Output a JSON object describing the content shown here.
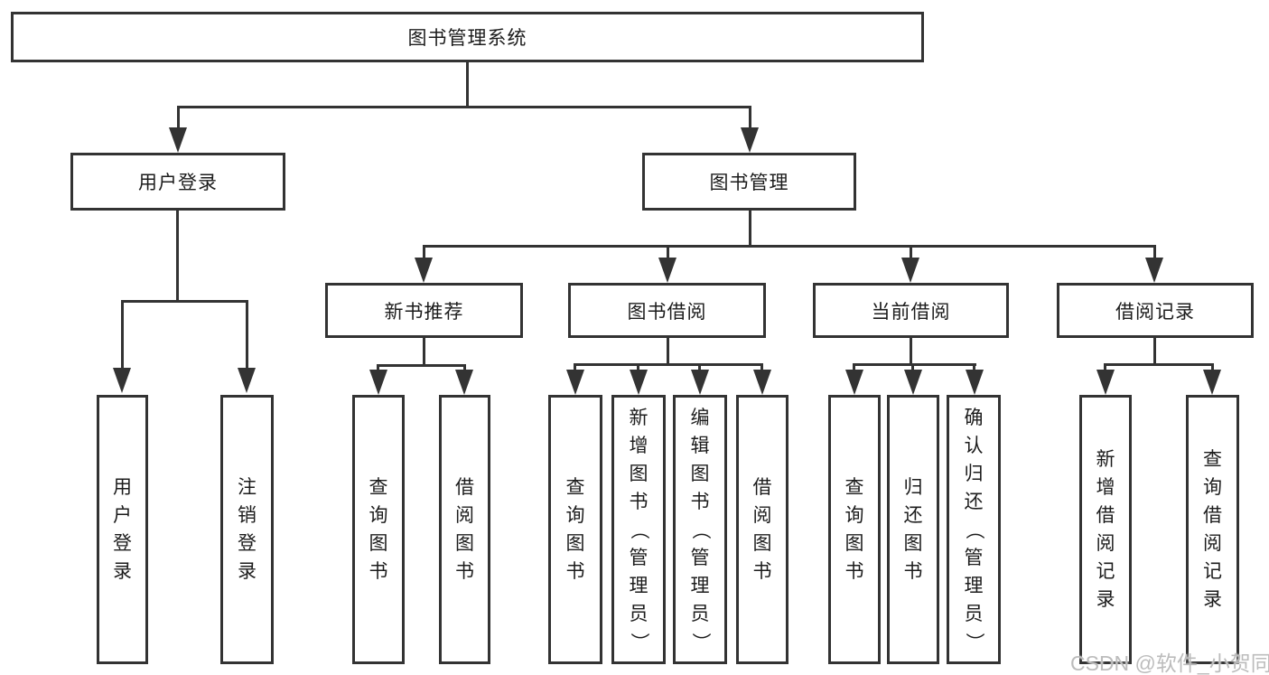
{
  "diagram": {
    "type": "hierarchy-tree",
    "hierarchy": {
      "label": "图书管理系统",
      "children": [
        {
          "label": "用户登录",
          "children": [
            {
              "label": "用户登录"
            },
            {
              "label": "注销登录"
            }
          ]
        },
        {
          "label": "图书管理",
          "children": [
            {
              "label": "新书推荐",
              "children": [
                {
                  "label": "查询图书"
                },
                {
                  "label": "借阅图书"
                }
              ]
            },
            {
              "label": "图书借阅",
              "children": [
                {
                  "label": "查询图书"
                },
                {
                  "label": "新增图书（管理员）"
                },
                {
                  "label": "编辑图书（管理员）"
                },
                {
                  "label": "借阅图书"
                }
              ]
            },
            {
              "label": "当前借阅",
              "children": [
                {
                  "label": "查询图书"
                },
                {
                  "label": "归还图书"
                },
                {
                  "label": "确认归还（管理员）"
                }
              ]
            },
            {
              "label": "借阅记录",
              "children": [
                {
                  "label": "新增借阅记录"
                },
                {
                  "label": "查询借阅记录"
                }
              ]
            }
          ]
        }
      ]
    }
  },
  "watermark": {
    "text": "CSDN @软件_小贺同学"
  },
  "colors": {
    "line": "#333333",
    "text": "#1c1c1c",
    "background": "#ffffff",
    "watermark": "#bcbcbc"
  }
}
